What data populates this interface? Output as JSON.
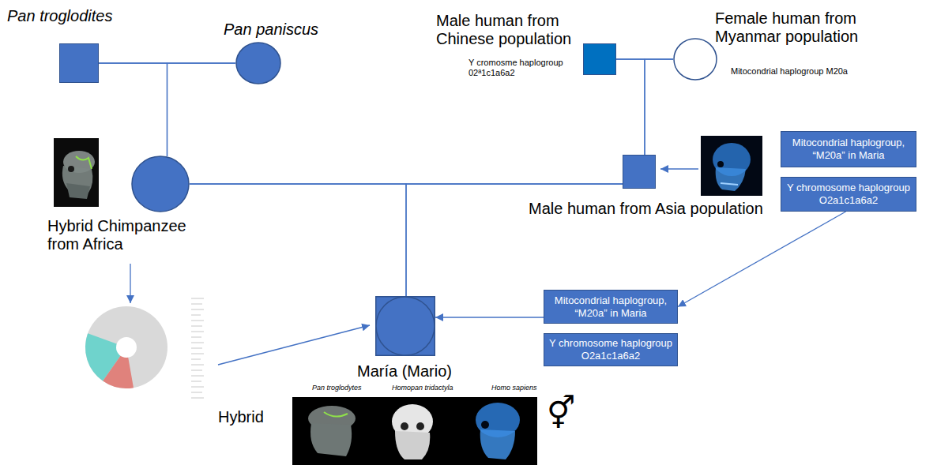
{
  "diagram": {
    "nodes": [
      {
        "text": [
          "Pan troglodites"
        ]
      },
      {
        "text": [
          "Pan paniscus"
        ]
      },
      {
        "text": [
          "Male human from Chinese population",
          "Y cromosme haplogroup 02ª1c1a6a2"
        ]
      },
      {
        "text": [
          "Female human from Myanmar population",
          "Mitocondrial haplogroup M20a"
        ]
      },
      {
        "text": [
          "Hybrid Chimpanzee from Africa"
        ]
      },
      {
        "text": [
          "Male human from Asia population"
        ]
      },
      {
        "text": [
          "Mitocondrial haplogroup, “M20a” in Maria"
        ]
      },
      {
        "text": [
          "Y chromosome haplogroup O2a1c1a6a2"
        ]
      },
      {
        "text": [
          "Mitocondrial haplogroup, “M20a” in Maria"
        ]
      },
      {
        "text": [
          "Y chromosome haplogroup O2a1c1a6a2"
        ]
      },
      {
        "text": [
          "María (Mario)"
        ]
      }
    ],
    "edges": [
      {
        "from": 0,
        "to": 1,
        "arrow": "none"
      },
      {
        "from": 0,
        "to": 4,
        "arrow": "none"
      },
      {
        "from": 1,
        "to": 4,
        "arrow": "none"
      },
      {
        "from": 2,
        "to": 3,
        "arrow": "none"
      },
      {
        "from": 2,
        "to": 5,
        "arrow": "none"
      },
      {
        "from": 3,
        "to": 5,
        "arrow": "none"
      },
      {
        "from": 4,
        "to": 5,
        "arrow": "none"
      },
      {
        "from": 4,
        "to": 10,
        "arrow": "none"
      },
      {
        "from": 5,
        "to": 10,
        "arrow": "none"
      },
      {
        "from": 7,
        "to": 8,
        "arrow": "to"
      },
      {
        "from": 8,
        "to": 10,
        "arrow": "to"
      }
    ],
    "labels": [
      "Hybrid",
      "⚥",
      "Pan troglodytes",
      "Homopan tridactyla",
      "Homo sapiens"
    ]
  }
}
